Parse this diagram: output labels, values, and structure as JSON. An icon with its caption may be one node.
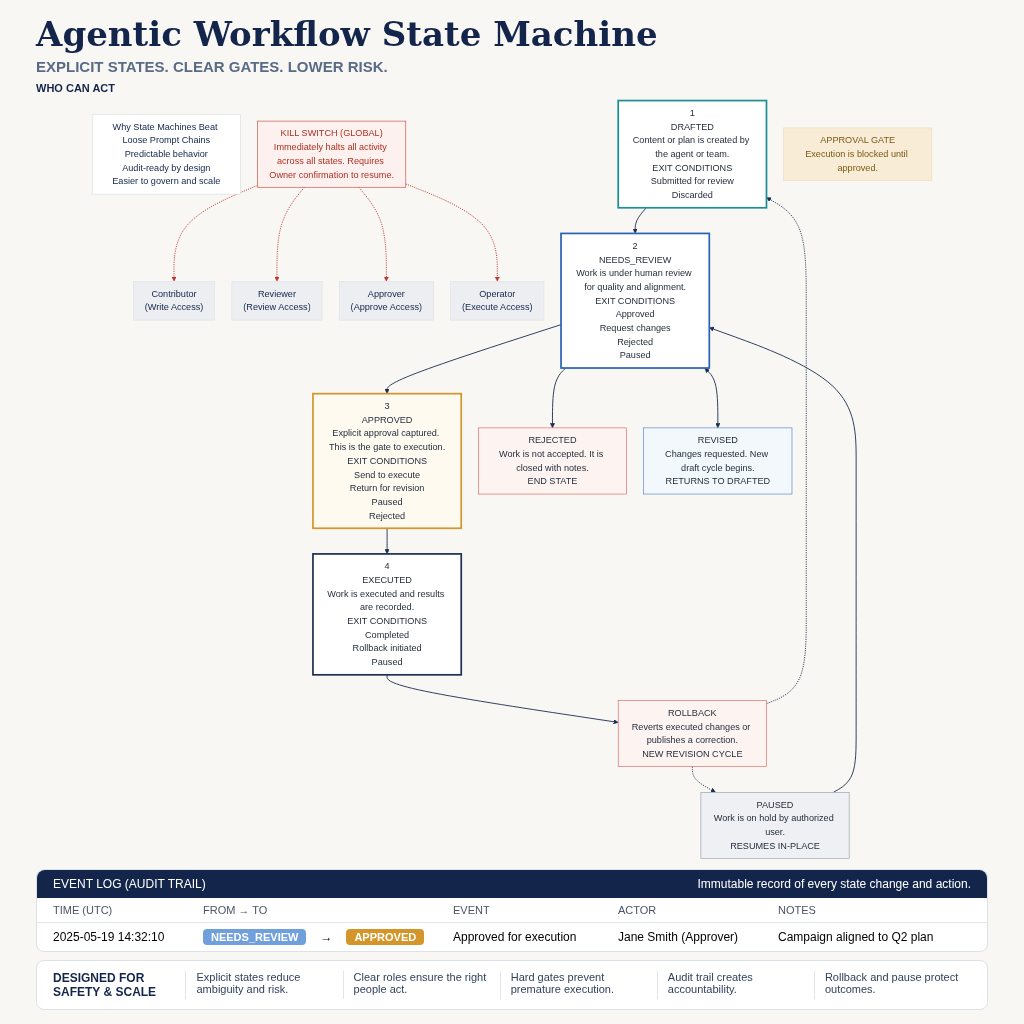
{
  "diagram": {
    "title": "Agentic Workflow State Machine",
    "nodes": [
      {
        "text": [
          "Why State Machines Beat Loose Prompt Chains",
          "Predictable behavior",
          "Audit-ready by design",
          "Easier to govern and scale"
        ]
      },
      {
        "text": [
          "KILL SWITCH (GLOBAL)",
          "Immediately halts all activity across all states. Requires Owner confirmation to resume."
        ]
      },
      {
        "text": [
          "Contributor",
          "(Write Access)"
        ]
      },
      {
        "text": [
          "Reviewer",
          "(Review Access)"
        ]
      },
      {
        "text": [
          "Approver",
          "(Approve Access)"
        ]
      },
      {
        "text": [
          "Operator",
          "(Execute Access)"
        ]
      },
      {
        "text": [
          "1",
          "DRAFTED",
          "Content or plan is created by the agent or team.",
          "EXIT CONDITIONS",
          "Submitted for review",
          "Discarded"
        ]
      },
      {
        "text": [
          "2",
          "NEEDS_REVIEW",
          "Work is under human review for quality and alignment.",
          "EXIT CONDITIONS",
          "Approved",
          "Request changes",
          "Rejected",
          "Paused"
        ]
      },
      {
        "text": [
          "3",
          "APPROVED",
          "Explicit approval captured. This is the gate to execution.",
          "EXIT CONDITIONS",
          "Send to execute",
          "Return for revision",
          "Paused",
          "Rejected"
        ]
      },
      {
        "text": [
          "APPROVAL GATE",
          "Execution is blocked until approved."
        ]
      },
      {
        "text": [
          "4",
          "EXECUTED",
          "Work is executed and results are recorded.",
          "EXIT CONDITIONS",
          "Completed",
          "Rollback initiated",
          "Paused"
        ]
      },
      {
        "text": [
          "REJECTED",
          "Work is not accepted. It is closed with notes.",
          "END STATE"
        ]
      },
      {
        "text": [
          "REVISED",
          "Changes requested. New draft cycle begins.",
          "RETURNS TO DRAFTED"
        ]
      },
      {
        "text": [
          "PAUSED",
          "Work is on hold by authorized user.",
          "RESUMES IN-PLACE"
        ]
      },
      {
        "text": [
          "ROLLBACK",
          "Reverts executed changes or publishes a correction.",
          "NEW REVISION CYCLE"
        ]
      }
    ],
    "edges": [
      {
        "from": 1,
        "to": 2,
        "arrow": "to",
        "style": "dashed",
        "color": "#c0392b"
      },
      {
        "from": 1,
        "to": 3,
        "arrow": "to",
        "style": "dashed",
        "color": "#c0392b"
      },
      {
        "from": 1,
        "to": 4,
        "arrow": "to",
        "style": "dashed",
        "color": "#c0392b"
      },
      {
        "from": 1,
        "to": 5,
        "arrow": "to",
        "style": "dashed",
        "color": "#c0392b"
      },
      {
        "from": 6,
        "to": 7,
        "arrow": "to"
      },
      {
        "from": 7,
        "to": 8,
        "arrow": "to"
      },
      {
        "from": 8,
        "to": 10,
        "arrow": "to"
      },
      {
        "from": 7,
        "to": 11,
        "arrow": "to"
      },
      {
        "from": 7,
        "to": 12,
        "arrow": "both"
      },
      {
        "from": 13,
        "to": 7,
        "arrow": "to"
      },
      {
        "from": 10,
        "to": 14,
        "arrow": "to"
      },
      {
        "from": 14,
        "to": 6,
        "arrow": "to",
        "style": "dashed"
      },
      {
        "from": 14,
        "to": 13,
        "arrow": "to",
        "style": "dashed"
      }
    ],
    "labels": [
      "EXPLICIT STATES. CLEAR GATES. LOWER RISK.",
      "WHO CAN ACT",
      "EVENT LOG (AUDIT TRAIL)",
      "Immutable record of every state change and action.",
      "TIME (UTC)",
      "FROM → TO",
      "EVENT",
      "ACTOR",
      "NOTES",
      "2025-05-19 14:32:10",
      "NEEDS_REVIEW",
      "→",
      "APPROVED",
      "Approved for execution",
      "Jane Smith (Approver)",
      "Campaign aligned to Q2 plan",
      "DESIGNED FOR SAFETY & SCALE",
      "Explicit states reduce ambiguity and risk.",
      "Clear roles ensure the right people act.",
      "Hard gates prevent premature execution.",
      "Audit trail creates accountability.",
      "Rollback and pause protect outcomes."
    ]
  }
}
